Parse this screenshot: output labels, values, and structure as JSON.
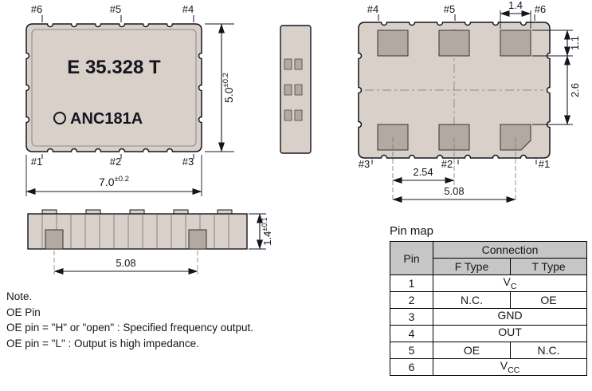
{
  "colors": {
    "body_fill": "#d8d0c9",
    "pad_fill": "#b2a9a2",
    "line": "#15151f",
    "table_header_bg": "#c6c6c6"
  },
  "top_view": {
    "pin_top_left": "#6",
    "pin_top_mid": "#5",
    "pin_top_right": "#4",
    "pin_bottom_left": "#1",
    "pin_bottom_mid": "#2",
    "pin_bottom_right": "#3",
    "marking_line1": "E 35.328 T",
    "marking_line2": "ANC181A",
    "dim_width": "7.0",
    "dim_width_tol": "±0.2",
    "dim_height": "5.0",
    "dim_height_tol": "±0.2"
  },
  "bottom_view": {
    "pin_top_left": "#4",
    "pin_top_mid": "#5",
    "pin_top_right": "#6",
    "pin_bottom_left": "#3",
    "pin_bottom_mid": "#2",
    "pin_bottom_right": "#1",
    "dim_pad_width": "1.4",
    "dim_pad_height": "1.1",
    "dim_row_gap": "2.6",
    "dim_pitch": "2.54",
    "dim_span": "5.08"
  },
  "profile_view": {
    "dim_thickness": "1.4",
    "dim_thickness_tol": "±0.1",
    "dim_span": "5.08"
  },
  "note": {
    "title": "Note.",
    "subtitle": "OE Pin",
    "line1": "OE pin = \"H\" or \"open\" : Specified frequency output.",
    "line2": "OE pin = \"L\" : Output is high impedance."
  },
  "pin_map": {
    "title": "Pin map",
    "header_pin": "Pin",
    "header_connection": "Connection",
    "header_f_type": "F Type",
    "header_t_type": "T Type",
    "rows": [
      {
        "pin": "1",
        "value_main": "V",
        "value_sub": "C"
      },
      {
        "pin": "2",
        "f": "N.C.",
        "t": "OE"
      },
      {
        "pin": "3",
        "value_main": "GND",
        "value_sub": ""
      },
      {
        "pin": "4",
        "value_main": "OUT",
        "value_sub": ""
      },
      {
        "pin": "5",
        "f": "OE",
        "t": "N.C."
      },
      {
        "pin": "6",
        "value_main": "V",
        "value_sub": "CC"
      }
    ]
  }
}
